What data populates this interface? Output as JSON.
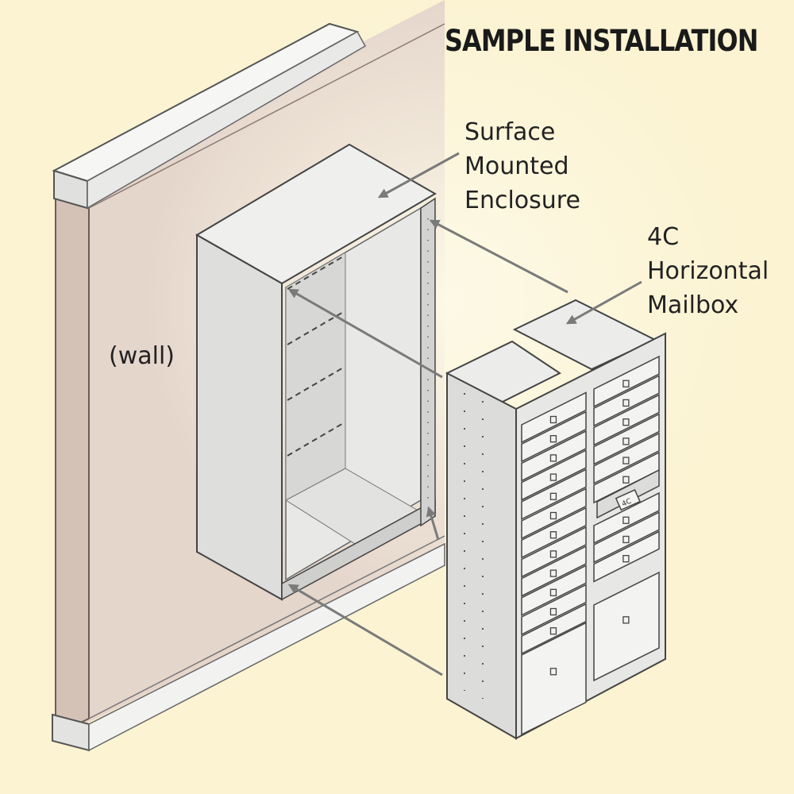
{
  "title": "SAMPLE INSTALLATION",
  "labels": {
    "enclosure": [
      "Surface",
      "Mounted",
      "Enclosure"
    ],
    "mailbox": [
      "4C",
      "Horizontal",
      "Mailbox"
    ],
    "wall": "(wall)"
  },
  "mailbox_badge_text": "4C",
  "colors": {
    "background": "#fbf3d2",
    "wall": "#e5d6cc",
    "metal_light": "#f0f0ee",
    "metal_mid": "#dddddb",
    "outline": "#4a4a4a",
    "arrow": "#7a7a7a"
  }
}
